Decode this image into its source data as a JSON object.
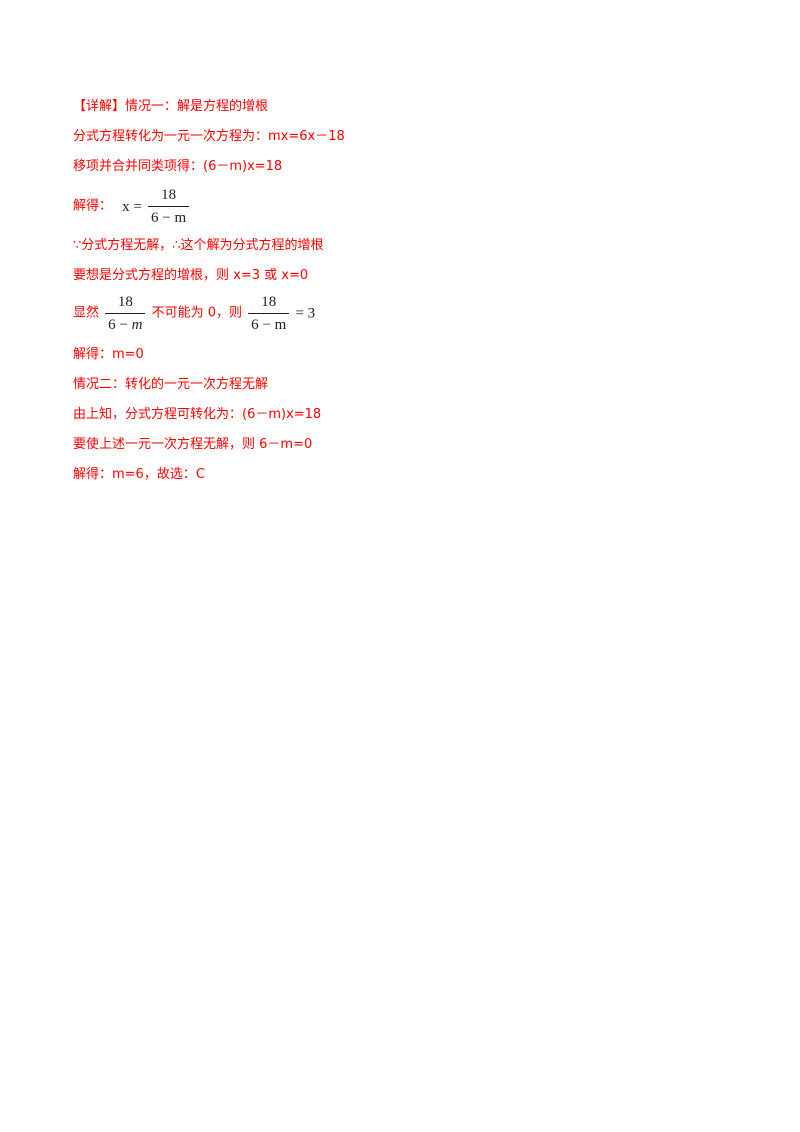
{
  "lines": [
    "【详解】情况一：解是方程的增根",
    "分式方程转化为一元一次方程为：mx=6x－18",
    "移项并合并同类项得：(6－m)x=18",
    "解得：",
    "∵分式方程无解，∴这个解为分式方程的增根",
    "要想是分式方程的增根，则 x=3 或 x=0",
    "显然",
    "不可能为 0，则",
    "解得：m=0",
    "情况二：转化的一元一次方程无解",
    "由上知，分式方程可转化为：(6－m)x=18",
    "要使上述一元一次方程无解，则 6－m=0",
    "解得：m=6，故选：C"
  ],
  "math": {
    "eq1_lhs": "x =",
    "eq1_num": "18",
    "eq1_den": "6 − m",
    "f2_num": "18",
    "f2_den_a": "6 − ",
    "f2_den_b": "m",
    "f3_num": "18",
    "f3_den": "6 − m",
    "f3_rhs": "= 3"
  }
}
